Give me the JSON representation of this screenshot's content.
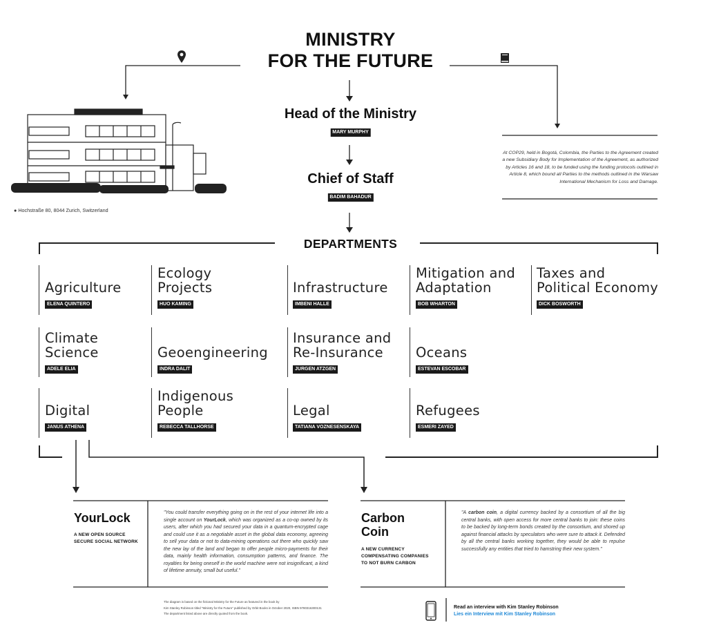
{
  "header": {
    "title_line1": "MINISTRY",
    "title_line2": "FOR THE FUTURE"
  },
  "ministry": {
    "head_title": "Head of the Ministry",
    "head_name": "MARY MURPHY",
    "chief_title": "Chief of Staff",
    "chief_name": "BADIM BAHADUR"
  },
  "address": "Hochstraße 80, 8044 Zurich, Switzerland",
  "cop_text": "At COP29, held in Bogotá, Colombia, the Parties to the Agreement created a new Subsidiary Body for Implementation of the Agreement, as authorized by Articles 16 and 18, to be funded using the funding protocols outlined in Article 8, which bound all Parties to the methods outlined in the Warsaw International Mechanism for Loss and Damage.",
  "departments_label": "DEPARTMENTS",
  "departments": [
    {
      "name_l1": "",
      "name_l2": "Agriculture",
      "person": "ELENA QUINTERO"
    },
    {
      "name_l1": "Ecology",
      "name_l2": "Projects",
      "person": "HUO KAMING"
    },
    {
      "name_l1": "",
      "name_l2": "Infrastructure",
      "person": "IMBENI HALLE"
    },
    {
      "name_l1": "Mitigation and",
      "name_l2": "Adaptation",
      "person": "BOB WHARTON"
    },
    {
      "name_l1": "Taxes and",
      "name_l2": "Political Economy",
      "person": "DICK BOSWORTH"
    },
    {
      "name_l1": "Climate",
      "name_l2": "Science",
      "person": "ADELE ELIA"
    },
    {
      "name_l1": "",
      "name_l2": "Geoengineering",
      "person": "INDRA DALIT"
    },
    {
      "name_l1": "Insurance and",
      "name_l2": "Re-Insurance",
      "person": "JURGEN ATZGEN"
    },
    {
      "name_l1": "",
      "name_l2": "Oceans",
      "person": "ESTEVAN ESCOBAR"
    },
    {
      "name_l1": "",
      "name_l2": "Digital",
      "person": "JANUS ATHENA"
    },
    {
      "name_l1": "Indigenous",
      "name_l2": "People",
      "person": "REBECCA TALLHORSE"
    },
    {
      "name_l1": "",
      "name_l2": "Legal",
      "person": "TATIANA VOZNESENSKAYA"
    },
    {
      "name_l1": "",
      "name_l2": "Refugees",
      "person": "ESMERI ZAYED"
    }
  ],
  "yourlock": {
    "title": "YourLock",
    "sub_l1": "A NEW OPEN SOURCE",
    "sub_l2": "SECURE SOCIAL NETWORK",
    "quote_pre": "\"You could transfer everything going on in the rest of your internet life into a single account on ",
    "quote_bold": "YourLock",
    "quote_post": ", which was organized as a co-op owned by its users, after which you had secured your data in a quantum-encrypted cage and could use it as a negotiable asset in the global data economy, agreeing to sell your data or not to data-mining operations out there who quickly saw the new lay of the land and began to offer people micro-payments for their data, mainly health information, consumption patterns, and finance. The royalties for being oneself in the world machine were not insignificant, a kind of lifetime annuity, small but useful.\""
  },
  "carbon": {
    "title_l1": "Carbon",
    "title_l2": "Coin",
    "sub_l1": "A NEW CURRENCY",
    "sub_l2": "COMPENSATING COMPANIES",
    "sub_l3": "TO NOT BURN CARBON",
    "quote_pre": "\"A ",
    "quote_bold": "carbon coin",
    "quote_post": ", a digital currency backed by a consortium of all the big central banks, with open access for more central banks to join: these coins to be backed by long-term bonds created by the consortium, and shored up against financial attacks by speculators who were sure to attack it. Defended by all the central banks working together, they would be able to repulse successfully any entities that tried to hamstring their new system.\""
  },
  "footnote": {
    "l1": "The diagram is based on the fictional Ministry for the Future as featured in the book by",
    "l2": "Kim Stanley Robinson titled \"Ministry for the Future\" published by Orbit Books in October 2020, ISBN 9780316300131",
    "l3": "The department listed above are directly quoted from the book."
  },
  "interview": {
    "en": "Read an interview with Kim Stanley Robinson",
    "de": "Lies ein Interview mit Kim Stanley Robinson",
    "link_color": "#1e88d6"
  },
  "icons": {
    "location": "map-pin-icon",
    "book": "book-icon",
    "phone": "phone-icon"
  }
}
